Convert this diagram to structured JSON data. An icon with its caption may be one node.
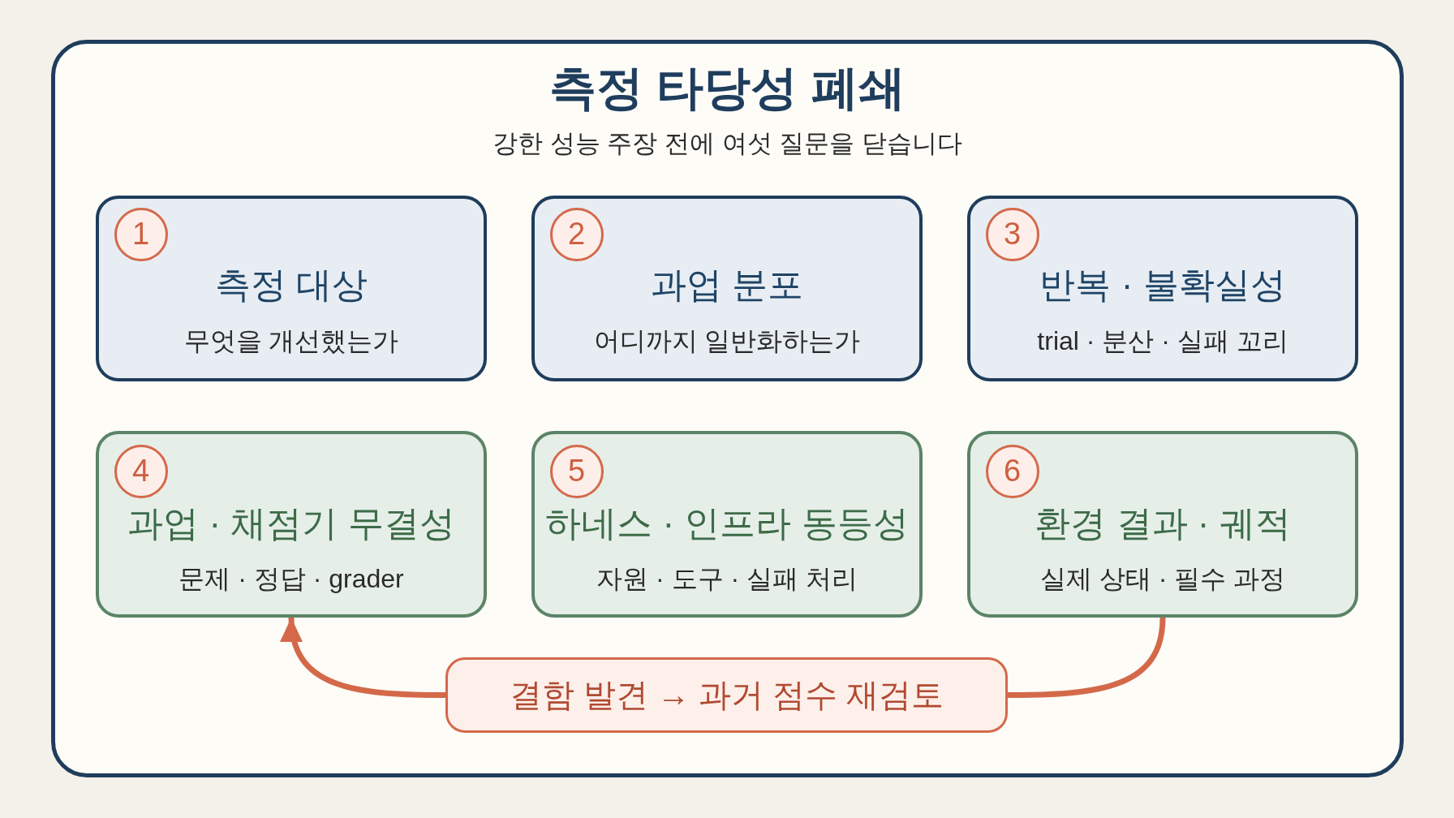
{
  "diagram": {
    "nodes": [
      {
        "text": [
          "측정 타당성 폐쇄",
          "강한 성능 주장 전에 여섯 질문을 닫습니다"
        ]
      },
      {
        "text": [
          "측정 대상",
          "무엇을 개선했는가"
        ],
        "in": 0
      },
      {
        "text": [
          "1"
        ],
        "in": 1
      },
      {
        "text": [
          "과업 분포",
          "어디까지 일반화하는가"
        ],
        "in": 0
      },
      {
        "text": [
          "2"
        ],
        "in": 3
      },
      {
        "text": [
          "반복 · 불확실성",
          "trial · 분산 · 실패 꼬리"
        ],
        "in": 0
      },
      {
        "text": [
          "3"
        ],
        "in": 5
      },
      {
        "text": [
          "과업 · 채점기 무결성",
          "문제 · 정답 · grader"
        ],
        "in": 0
      },
      {
        "text": [
          "4"
        ],
        "in": 7
      },
      {
        "text": [
          "하네스 · 인프라 동등성",
          "자원 · 도구 · 실패 처리"
        ],
        "in": 0
      },
      {
        "text": [
          "5"
        ],
        "in": 9
      },
      {
        "text": [
          "환경 결과 · 궤적",
          "실제 상태 · 필수 과정"
        ],
        "in": 0
      },
      {
        "text": [
          "6"
        ],
        "in": 11
      },
      {
        "text": [
          "결함 발견 → 과거 점수 재검토"
        ],
        "in": 0
      }
    ],
    "edges": [
      {
        "from": 11,
        "to": 13,
        "arrow": "none"
      },
      {
        "from": 13,
        "to": 7,
        "arrow": "to"
      }
    ]
  }
}
